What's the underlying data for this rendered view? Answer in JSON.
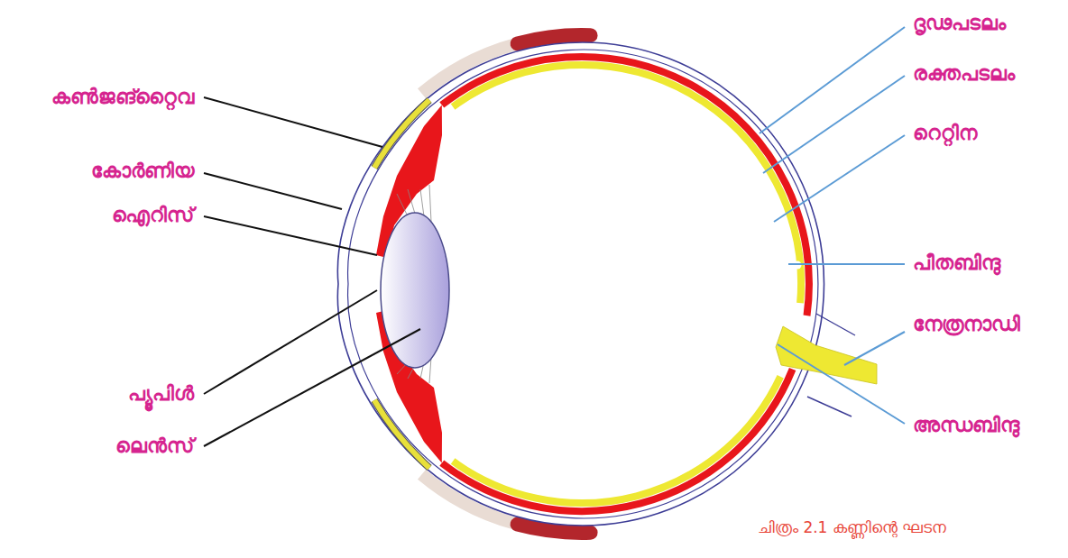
{
  "diagram": {
    "caption": "ചിത്രം 2.1 കണ്ണിന്റെ ഘടന",
    "labels": [
      "കൺജങ്റ്റൈവ",
      "കോർണിയ",
      "ഐറിസ്",
      "പ്യൂപിൾ",
      "ലെൻസ്",
      "ദൃഢപടലം",
      "രക്തപടലം",
      "റെറ്റിന",
      "പീതബിന്ദു",
      "നേത്രനാഡി",
      "അന്ധബിന്ദു"
    ]
  }
}
